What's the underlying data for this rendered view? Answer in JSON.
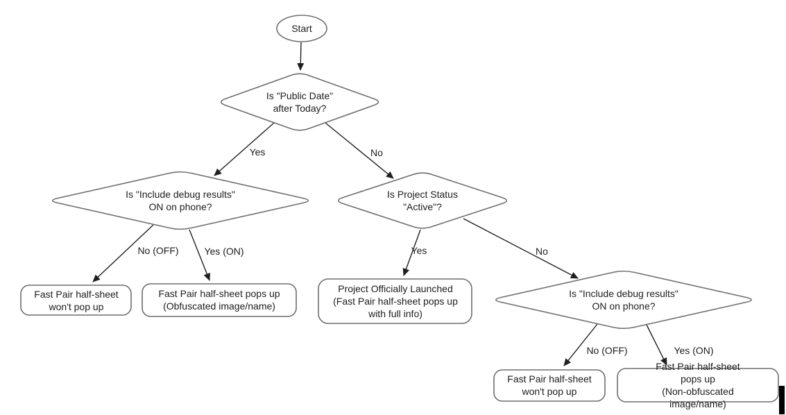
{
  "colors": {
    "background": "#ffffff",
    "shape_stroke": "#6e6e6e",
    "arrow": "#1f1f1f",
    "text": "#1c1c1c",
    "cursor": "#000000"
  },
  "nodes": {
    "start": {
      "type": "oval",
      "label": "Start"
    },
    "public_date": {
      "type": "decision",
      "label": "Is \"Public Date\"\nafter Today?"
    },
    "debug_left": {
      "type": "decision",
      "label": "Is \"Include debug results\"\nON on phone?"
    },
    "project_status": {
      "type": "decision",
      "label": "Is Project Status\n\"Active\"?"
    },
    "debug_right": {
      "type": "decision",
      "label": "Is \"Include debug results\"\nON on phone?"
    },
    "no_popup_left": {
      "type": "terminal",
      "label": "Fast Pair half-sheet\nwon't pop up"
    },
    "popup_obfuscated": {
      "type": "terminal",
      "label": "Fast Pair half-sheet pops up\n(Obfuscated image/name)"
    },
    "launched": {
      "type": "terminal",
      "label": "Project Officially Launched\n(Fast Pair half-sheet pops up\nwith full info)"
    },
    "no_popup_right": {
      "type": "terminal",
      "label": "Fast Pair half-sheet\nwon't pop up"
    },
    "popup_non_obfuscated": {
      "type": "terminal",
      "label": "Fast Pair half-sheet pops up\n(Non-obfuscated image/name)"
    }
  },
  "edge_labels": {
    "public_date_yes": "Yes",
    "public_date_no": "No",
    "debug_left_no": "No (OFF)",
    "debug_left_yes": "Yes (ON)",
    "project_status_yes": "Yes",
    "project_status_no": "No",
    "debug_right_no": "No (OFF)",
    "debug_right_yes": "Yes (ON)"
  }
}
